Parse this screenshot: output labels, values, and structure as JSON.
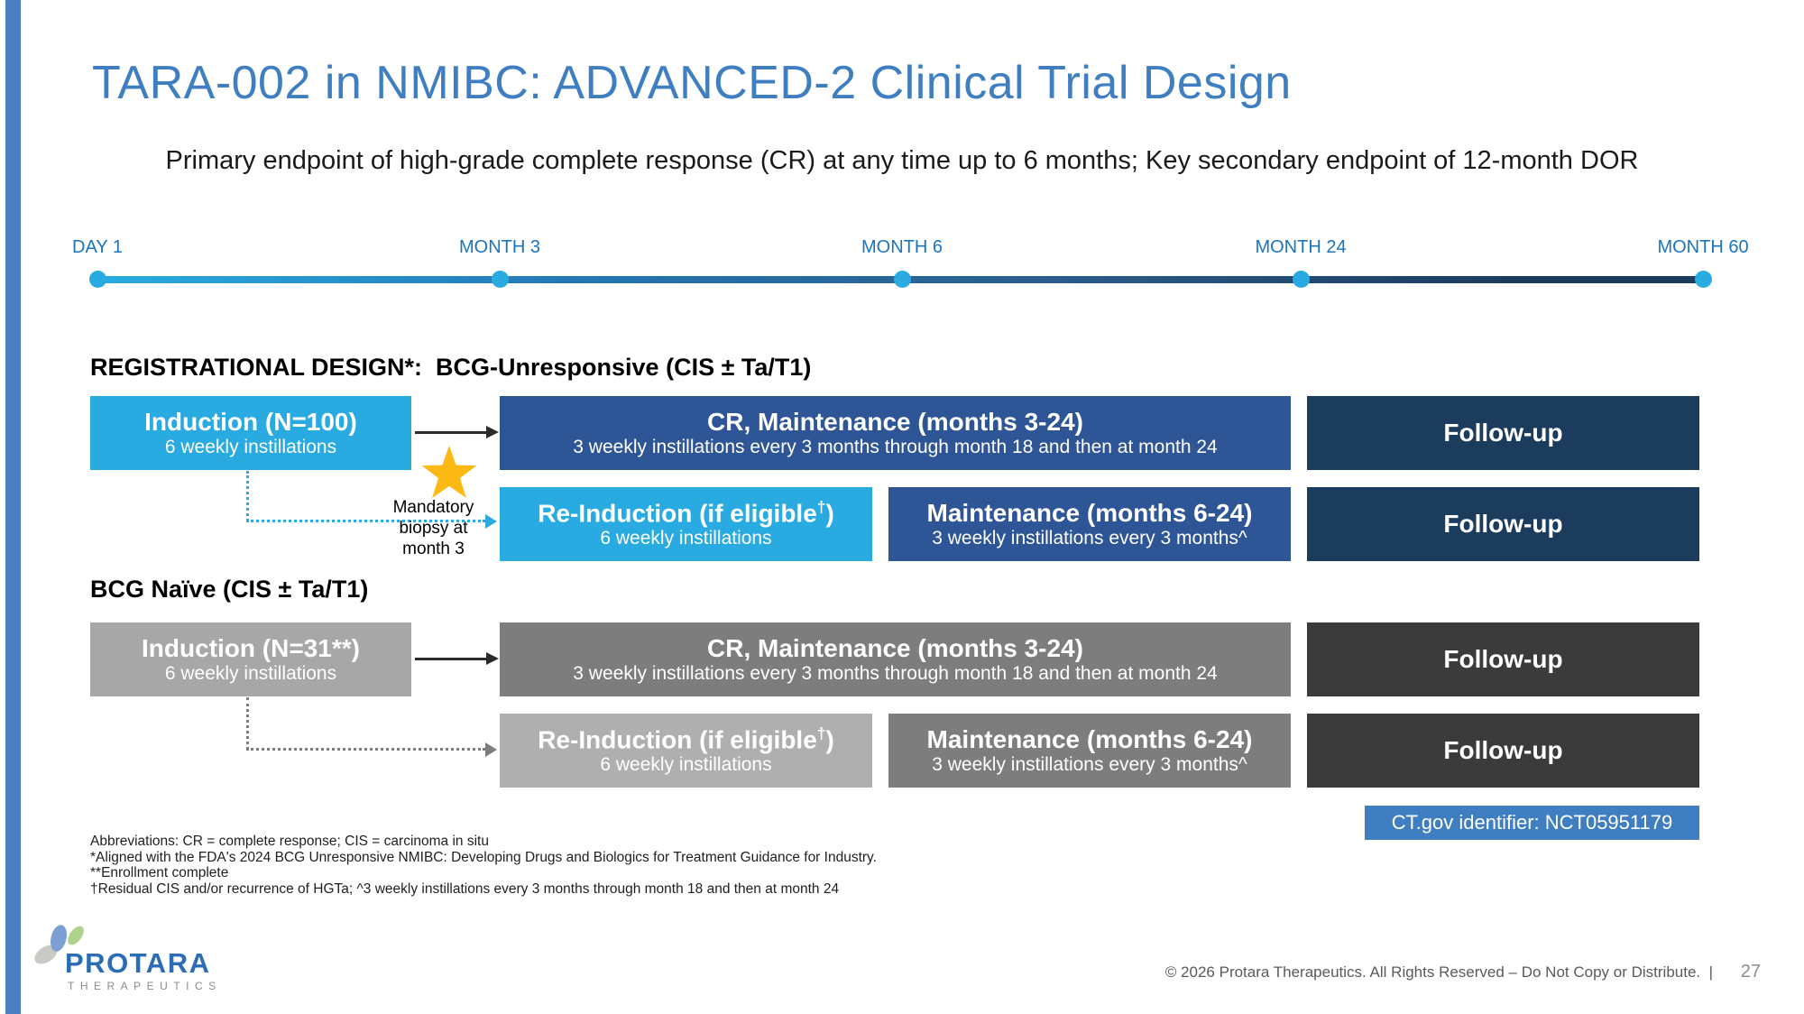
{
  "colors": {
    "accent-blue": "#3E7EC1",
    "bar-blue": "#4A80C3",
    "bright-blue": "#29ABE2",
    "mid-blue": "#2E5596",
    "navy": "#1C3C5E",
    "timeline-label": "#1B74BC",
    "gray-light": "#A7A7A7",
    "gray-lighter": "#AFAFAF",
    "gray-mid": "#7D7D7D",
    "charcoal": "#3B3B3B",
    "gold": "#FDB913",
    "text-dark": "#1A1A1A",
    "footer-gray": "#5A5A5A",
    "logo-blue": "#2B6CB7",
    "logo-gray": "#8B8B8B"
  },
  "slide": {
    "title": "TARA-002 in NMIBC: ADVANCED-2 Clinical Trial Design",
    "subtitle": "Primary endpoint of high-grade complete response (CR) at any time up to 6 months; Key secondary endpoint of 12-month DOR"
  },
  "timeline": {
    "milestones": [
      {
        "label": "DAY 1"
      },
      {
        "label": "MONTH 3"
      },
      {
        "label": "MONTH 6"
      },
      {
        "label": "MONTH 24"
      },
      {
        "label": "MONTH 60"
      }
    ]
  },
  "registrational": {
    "header": "REGISTRATIONAL DESIGN*:  BCG-Unresponsive (CIS ± Ta/T1)",
    "induction_title": "Induction (N=100)",
    "induction_sub": "6 weekly instillations",
    "cr_title": "CR, Maintenance (months 3-24)",
    "cr_sub": "3 weekly instillations every 3 months through month 18 and then at month 24",
    "followup": "Follow-up",
    "biopsy_note": [
      "Mandatory",
      "biopsy at",
      "month 3"
    ],
    "reinduction_pre": "Re-Induction (if eligible",
    "reinduction_sup": "†",
    "reinduction_post": ")",
    "reinduction_sub": "6 weekly instillations",
    "maintenance_title": "Maintenance (months 6-24)",
    "maintenance_sub": "3 weekly instillations every 3 months^"
  },
  "naive": {
    "header": "BCG Naïve (CIS ± Ta/T1)",
    "induction_title": "Induction (N=31**)",
    "induction_sub": "6 weekly instillations",
    "cr_title": "CR, Maintenance (months 3-24)",
    "cr_sub": "3 weekly instillations every 3 months through month 18 and then at month 24",
    "followup": "Follow-up",
    "reinduction_pre": "Re-Induction (if eligible",
    "reinduction_sup": "†",
    "reinduction_post": ")",
    "reinduction_sub": "6 weekly instillations",
    "maintenance_title": "Maintenance (months 6-24)",
    "maintenance_sub": "3 weekly instillations every 3 months^"
  },
  "ctgov_label": "CT.gov identifier: NCT05951179",
  "footnotes": [
    "Abbreviations: CR = complete response; CIS = carcinoma in situ",
    "*Aligned with the FDA's 2024 BCG Unresponsive NMIBC: Developing Drugs and Biologics for Treatment Guidance for Industry.",
    "**Enrollment complete",
    "†Residual CIS and/or recurrence of HGTa; ^3 weekly instillations every 3 months through month 18 and then at month 24"
  ],
  "logo": {
    "brand": "PROTARA",
    "brand_sub": "THERAPEUTICS"
  },
  "footer": {
    "copyright": "© 2026 Protara Therapeutics. All Rights Reserved – Do Not Copy or Distribute.  |",
    "page": "27"
  }
}
